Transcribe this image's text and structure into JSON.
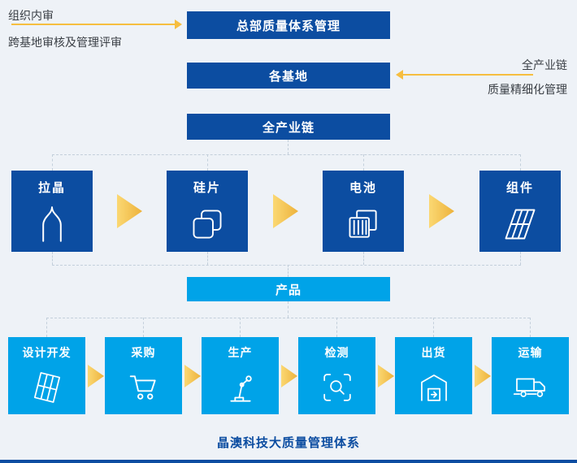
{
  "colors": {
    "dark_blue": "#0c4da1",
    "cyan": "#00a3e8",
    "arrow_yellow": "#f6be40",
    "dash_gray": "#c3cfdb",
    "background": "#eef2f7",
    "text_dark": "#3a3f45"
  },
  "annotations": {
    "left": {
      "line1": "组织内审",
      "line2": "跨基地审核及管理评审"
    },
    "right": {
      "line1": "全产业链",
      "line2": "质量精细化管理"
    }
  },
  "top_boxes": {
    "hq": "总部质量体系管理",
    "bases": "各基地",
    "chain": "全产业链"
  },
  "chain": {
    "items": [
      {
        "label": "拉晶",
        "icon": "ingot-icon"
      },
      {
        "label": "硅片",
        "icon": "wafer-icon"
      },
      {
        "label": "电池",
        "icon": "cell-icon"
      },
      {
        "label": "组件",
        "icon": "module-icon"
      }
    ]
  },
  "product": {
    "label": "产品"
  },
  "process": {
    "items": [
      {
        "label": "设计开发",
        "icon": "blueprint-icon"
      },
      {
        "label": "采购",
        "icon": "cart-icon"
      },
      {
        "label": "生产",
        "icon": "robot-arm-icon"
      },
      {
        "label": "检测",
        "icon": "inspection-icon"
      },
      {
        "label": "出货",
        "icon": "warehouse-icon"
      },
      {
        "label": "运输",
        "icon": "truck-icon"
      }
    ]
  },
  "caption": "晶澳科技大质量管理体系"
}
